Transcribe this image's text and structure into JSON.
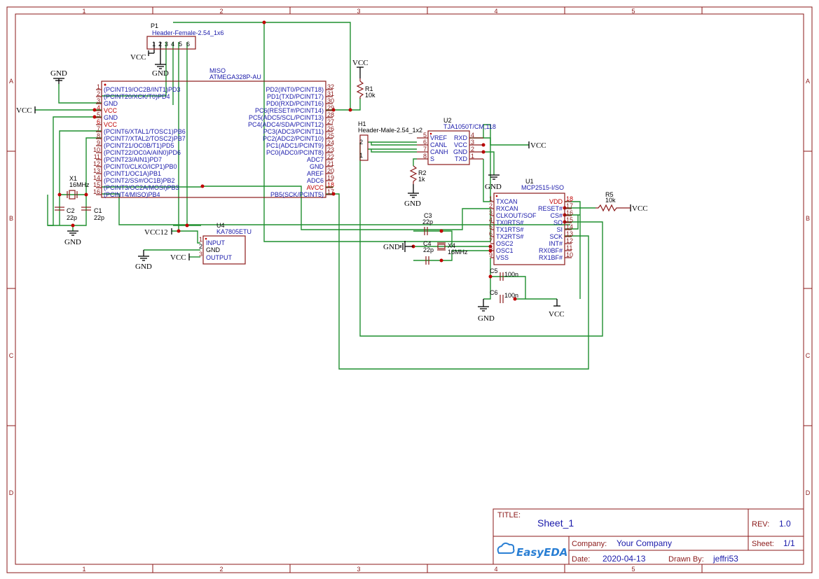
{
  "frame": {
    "col_labels": [
      "1",
      "2",
      "3",
      "4",
      "5"
    ],
    "row_labels": [
      "A",
      "B",
      "C",
      "D"
    ]
  },
  "title_block": {
    "title_label": "TITLE:",
    "title": "Sheet_1",
    "rev_label": "REV:",
    "rev": "1.0",
    "company_label": "Company:",
    "company": "Your Company",
    "sheet_label": "Sheet:",
    "sheet": "1/1",
    "date_label": "Date:",
    "date": "2020-04-13",
    "drawn_label": "Drawn By:",
    "drawn": "jeffri53",
    "logo": "EasyEDA"
  },
  "power": {
    "vcc": "VCC",
    "gnd": "GND",
    "vcc12": "VCC12"
  },
  "p1": {
    "ref": "P1",
    "name": "Header-Female-2.54_1x6",
    "pins": [
      "1",
      "2",
      "3",
      "4",
      "5",
      "6"
    ]
  },
  "mcu": {
    "label": "MISO",
    "name": "ATMEGA328P-AU",
    "left_pins": [
      {
        "num": "1",
        "name": "(PCINT19/OC2B/INT1)PD3",
        "red": false
      },
      {
        "num": "2",
        "name": "(PCINT20/XCK/T0)PD4",
        "red": false
      },
      {
        "num": "3",
        "name": "GND",
        "red": false
      },
      {
        "num": "4",
        "name": "VCC",
        "red": true
      },
      {
        "num": "5",
        "name": "GND",
        "red": false
      },
      {
        "num": "6",
        "name": "VCC",
        "red": true
      },
      {
        "num": "7",
        "name": "(PCINT6/XTAL1/TOSC1)PB6",
        "red": false
      },
      {
        "num": "8",
        "name": "(PCINT7/XTAL2/TOSC2)PB7",
        "red": false
      },
      {
        "num": "9",
        "name": "(PCINT21/OC0B/T1)PD5",
        "red": false
      },
      {
        "num": "10",
        "name": "(PCINT22/OC0A/AIN0)PD6",
        "red": false
      },
      {
        "num": "11",
        "name": "(PCINT23/AIN1)PD7",
        "red": false
      },
      {
        "num": "12",
        "name": "(PCINT0/CLKO/ICP1)PB0",
        "red": false
      },
      {
        "num": "13",
        "name": "(PCINT1/OC1A)PB1",
        "red": false
      },
      {
        "num": "14",
        "name": "(PCINT2/SS#/OC1B)PB2",
        "red": false
      },
      {
        "num": "15",
        "name": "(PCINT3/OC2A/MOSI)PB3",
        "red": false
      },
      {
        "num": "16",
        "name": "(PCINT4/MISO)PB4",
        "red": false
      }
    ],
    "right_pins": [
      {
        "num": "32",
        "name": "PD2(INT0/PCINT18)",
        "red": false
      },
      {
        "num": "31",
        "name": "PD1(TXD/PCINT17)",
        "red": false
      },
      {
        "num": "30",
        "name": "PD0(RXD/PCINT16)",
        "red": false
      },
      {
        "num": "29",
        "name": "PC6(RESET#/PCINT14)",
        "red": false
      },
      {
        "num": "28",
        "name": "PC5(ADC5/SCL/PCINT13)",
        "red": false
      },
      {
        "num": "27",
        "name": "PC4(ADC4/SDA/PCINT12)",
        "red": false
      },
      {
        "num": "26",
        "name": "PC3(ADC3/PCINT11)",
        "red": false
      },
      {
        "num": "25",
        "name": "PC2(ADC2/PCINT10)",
        "red": false
      },
      {
        "num": "24",
        "name": "PC1(ADC1/PCINT9)",
        "red": false
      },
      {
        "num": "23",
        "name": "PC0(ADC0/PCINT8)",
        "red": false
      },
      {
        "num": "22",
        "name": "ADC7",
        "red": false
      },
      {
        "num": "21",
        "name": "GND",
        "red": false
      },
      {
        "num": "20",
        "name": "AREF",
        "red": false
      },
      {
        "num": "19",
        "name": "ADC6",
        "red": false
      },
      {
        "num": "18",
        "name": "AVCC",
        "red": true
      },
      {
        "num": "17",
        "name": "PB5(SCK/PCINT5)",
        "red": false
      }
    ]
  },
  "r1": {
    "ref": "R1",
    "value": "10k"
  },
  "r2": {
    "ref": "R2",
    "value": "1k"
  },
  "r5": {
    "ref": "R5",
    "value": "10k"
  },
  "x1": {
    "ref": "X1",
    "value": "16MHz"
  },
  "x4": {
    "ref": "X4",
    "value": "16MHz"
  },
  "c1": {
    "ref": "C1",
    "value": "22p"
  },
  "c2": {
    "ref": "C2",
    "value": "22p"
  },
  "c3": {
    "ref": "C3",
    "value": "22p"
  },
  "c4": {
    "ref": "C4",
    "value": "22p"
  },
  "c5": {
    "ref": "C5",
    "value": "100n"
  },
  "c6": {
    "ref": "C6",
    "value": "100n"
  },
  "h1": {
    "ref": "H1",
    "name": "Header-Male-2.54_1x2",
    "pins": [
      "2",
      "1"
    ]
  },
  "u2": {
    "ref": "U2",
    "name": "TJA1050T/CM,118",
    "left_pins": [
      {
        "num": "5",
        "name": "VREF"
      },
      {
        "num": "6",
        "name": "CANL"
      },
      {
        "num": "7",
        "name": "CANH"
      },
      {
        "num": "8",
        "name": "S"
      }
    ],
    "right_pins": [
      {
        "num": "4",
        "name": "RXD"
      },
      {
        "num": "3",
        "name": "VCC"
      },
      {
        "num": "2",
        "name": "GND"
      },
      {
        "num": "1",
        "name": "TXD"
      }
    ]
  },
  "u1": {
    "ref": "U1",
    "name": "MCP2515-I/SO",
    "left_pins": [
      {
        "num": "1",
        "name": "TXCAN"
      },
      {
        "num": "2",
        "name": "RXCAN"
      },
      {
        "num": "3",
        "name": "CLKOUT/SOF"
      },
      {
        "num": "4",
        "name": "TX0RTS#"
      },
      {
        "num": "5",
        "name": "TX1RTS#"
      },
      {
        "num": "6",
        "name": "TX2RTS#"
      },
      {
        "num": "7",
        "name": "OSC2"
      },
      {
        "num": "8",
        "name": "OSC1"
      },
      {
        "num": "9",
        "name": "VSS"
      }
    ],
    "right_pins": [
      {
        "num": "18",
        "name": "VDD",
        "red": true
      },
      {
        "num": "17",
        "name": "RESET#",
        "red": false
      },
      {
        "num": "16",
        "name": "CS#",
        "red": false
      },
      {
        "num": "15",
        "name": "SO",
        "red": false
      },
      {
        "num": "14",
        "name": "SI",
        "red": false
      },
      {
        "num": "13",
        "name": "SCK",
        "red": false
      },
      {
        "num": "12",
        "name": "INT#",
        "red": false
      },
      {
        "num": "11",
        "name": "RX0BF#",
        "red": false
      },
      {
        "num": "10",
        "name": "RX1BF#",
        "red": false
      }
    ]
  },
  "u4": {
    "ref": "U4",
    "name": "KA7805ETU",
    "pins": [
      {
        "num": "1",
        "name": "INPUT"
      },
      {
        "num": "2",
        "name": "GND"
      },
      {
        "num": "3",
        "name": "OUTPUT"
      }
    ]
  }
}
